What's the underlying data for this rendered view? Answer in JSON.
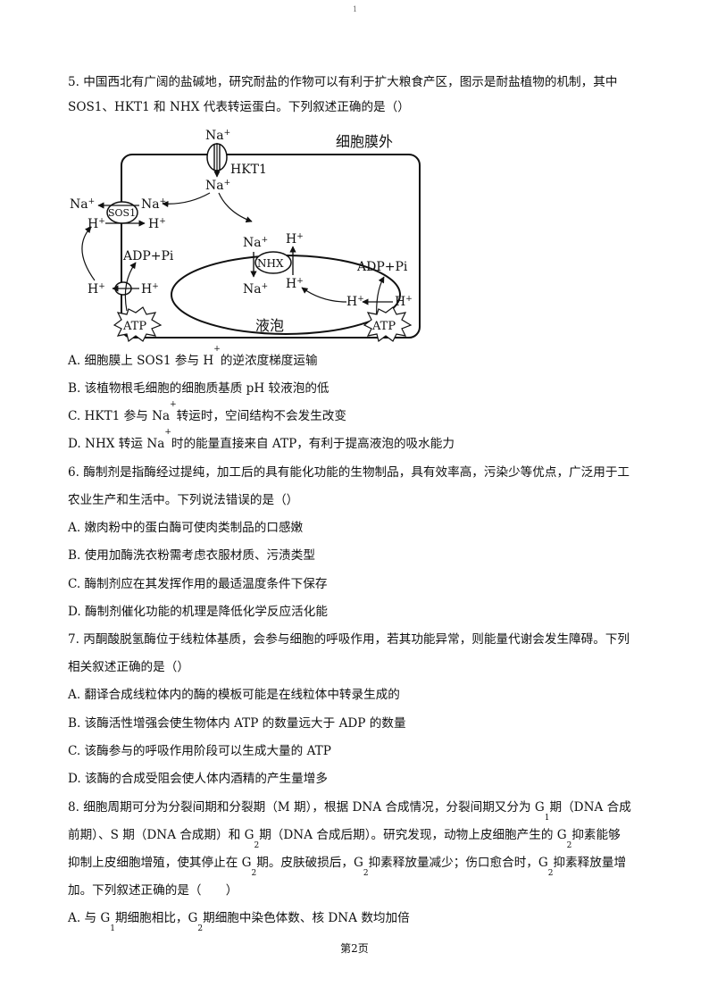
{
  "page_mark": "1",
  "q5": {
    "line1": "5. 中国西北有广阔的盐碱地，研究耐盐的作物可以有利于扩大粮食产区，图示是耐盐植物的机制，其中",
    "line2": "SOS1、HKT1 和 NHX 代表转运蛋白。下列叙述正确的是（）",
    "diagram": {
      "outside_label": "细胞膜外",
      "vacuole_label": "液泡",
      "hkt1": "HKT1",
      "sos1": "SOS1",
      "nhx": "NHX",
      "na": "Na",
      "h": "H",
      "plus": "+",
      "adp_pi": "ADP+Pi",
      "atp": "ATP"
    },
    "opt_a_pre": "A. 细胞膜上 SOS1 参与 H",
    "opt_a_post": "的逆浓度梯度运输",
    "opt_b": "B. 该植物根毛细胞的细胞质基质 pH 较液泡的低",
    "opt_c_pre": "C. HKT1 参与 Na",
    "opt_c_post": "转运时，空间结构不会发生改变",
    "opt_d_pre": "D. NHX 转运 Na",
    "opt_d_post": "时的能量直接来自 ATP，有利于提高液泡的吸水能力"
  },
  "q6": {
    "line1": "6. 酶制剂是指酶经过提纯，加工后的具有能化功能的生物制品，具有效率高，污染少等优点，广泛用于工",
    "line2": "农业生产和生活中。下列说法错误的是（）",
    "opt_a": "A. 嫩肉粉中的蛋白酶可使肉类制品的口感嫩",
    "opt_b": "B. 使用加酶洗衣粉需考虑衣服材质、污渍类型",
    "opt_c": "C. 酶制剂应在其发挥作用的最适温度条件下保存",
    "opt_d": "D. 酶制剂催化功能的机理是降低化学反应活化能"
  },
  "q7": {
    "line1": "7. 丙酮酸脱氢酶位于线粒体基质，会参与细胞的呼吸作用，若其功能异常，则能量代谢会发生障碍。下列",
    "line2": "相关叙述正确的是（）",
    "opt_a": "A. 翻译合成线粒体内的酶的模板可能是在线粒体中转录生成的",
    "opt_b": "B. 该酶活性增强会使生物体内 ATP 的数量远大于 ADP 的数量",
    "opt_c": "C. 该酶参与的呼吸作用阶段可以生成大量的 ATP",
    "opt_d": "D. 该酶的合成受阻会使人体内酒精的产生量增多"
  },
  "q8": {
    "sub1": "1",
    "sub2": "2",
    "l1_a": "8. 细胞周期可分为分裂间期和分裂期（M 期），根据 DNA 合成情况，分裂间期又分为 G",
    "l1_b": "期（DNA 合成",
    "l2_a": "前期）、S 期（DNA 合成期）和 G",
    "l2_b": "期（DNA 合成后期）。研究发现，动物上皮细胞产生的 G",
    "l2_c": "抑素能够",
    "l3_a": "抑制上皮细胞增殖，使其停止在 G",
    "l3_b": "期。皮肤破损后，G",
    "l3_c": "抑素释放量减少；伤口愈合时，G",
    "l3_d": "抑素释放量增",
    "l4": "加。下列叙述正确的是（　　）",
    "opt_a_1": "A. 与 G",
    "opt_a_2": "期细胞相比，G",
    "opt_a_3": "期细胞中染色体数、核 DNA 数均加倍"
  },
  "footer": "第2页"
}
